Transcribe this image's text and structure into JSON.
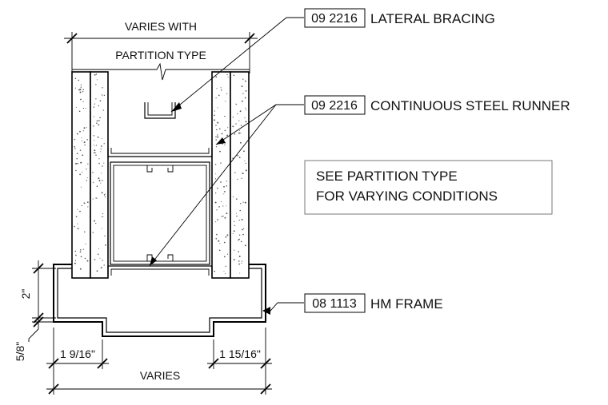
{
  "dimensions": {
    "top_line1": "VARIES WITH",
    "top_line2": "PARTITION TYPE",
    "left_vertical": "2\"",
    "left_small": "5/8\"",
    "bottom_left": "1 9/16\"",
    "bottom_right": "1 15/16\"",
    "bottom_overall": "VARIES"
  },
  "callouts": [
    {
      "code": "09 2216",
      "text": "LATERAL BRACING"
    },
    {
      "code": "09 2216",
      "text": "CONTINUOUS STEEL RUNNER"
    },
    {
      "code": "08 1113",
      "text": "HM FRAME"
    }
  ],
  "general_note": {
    "line1": "SEE PARTITION TYPE",
    "line2": "FOR VARYING CONDITIONS"
  }
}
